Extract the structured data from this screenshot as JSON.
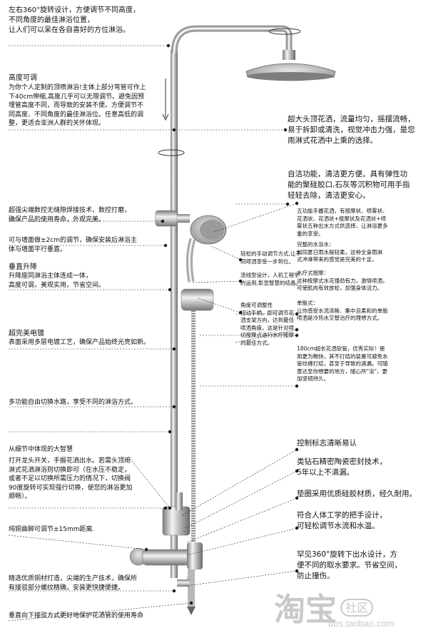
{
  "left": {
    "rotate360": "左右360°旋转设计，方便调节不同高度，\n不同角度的最佳淋浴位置，\n让人们可以呆在各自喜好的方位淋浴。",
    "height_title": "高度可调",
    "height_desc": "为你个人定制的顶喷淋浴!主体上部分弯管可作上\n下40cm伸缩,高度几乎可以无限调节。避免因预\n埋管高度不同，而导致的安装不便。方便调节不\n同高度、不同角度的最佳淋浴位。任意高低的调\n整，更适合亚洲人群的关怀体现。",
    "welding": "超强尖端数控无缝隙焊接技术，数控打磨，\n确保产品的使用寿命，外观完美。",
    "wall": "可与墙面做±2cm的调节，确保安装后淋浴主\n体与墙面平行垂直。",
    "lift_title": "垂直升降",
    "lift_desc": "升降座同淋浴主体连成一体，\n高度可调，美观实用，节省空间。",
    "plating_title": "超完美电镀",
    "plating_desc": "表面采用多层电镀工艺，确保产品始终光亮如新。",
    "switch": "多功能自由切换水路，享受不同的淋浴方式。",
    "detail_title": "从细节中体现的大智慧",
    "detail_desc": "打开龙头开关，手握花洒出水。若需头顶雨\n淋式花洒淋浴则切换即可（在水压不稳定，\n或者不足以切换所需压力的情况下，切换阀\n90度旋转可实现强行切换，使您的淋浴更加\n顺畅）。",
    "copper": "纯铜曲脚可调节±15mm距离.",
    "brass": "精选优质铜材打造，尖端的生产技术，确保所\n有接驳部分螺纹精确，安装更快捷便捷。",
    "bottom": "垂直向下接驳方式更好地保护花洒管的使用寿命"
  },
  "right": {
    "top_spray": "超大头顶花洒，流量均匀，摇摆流畅，\n易于拆卸或清洗，视觉冲击力强，是您\n雨淋式花洒中上乘的选择。",
    "self_clean": "自洁功能，清洁更方便。具有弹性功\n能的聚硅胶口,石灰等沉积物可用手指\n轻轻去除，清洁更安心。",
    "five_func": "五功能手握花洒，有按摩状、喷雾状、\n花洒状、花洒状+按摩状及花洒状+喷\n雾状五种出水方式供选择，让淋浴更多\n重的享受。",
    "light_spray": "轻松的手动调节方式,让不\n同喷洒享受一步到位。",
    "ergonomic": "流线型设计，人机工程学\n的运用,彰显智慧的结晶。",
    "angle": "角度可调整性\n扭动手柄，即可调节花\n洒支架方向，达到最佳\n喷洒角度。这是针对喷\n切按摩点进行水疗按摩\n的最佳方式。",
    "full_rain": "完整的水浴水：\n如同夏日雨水般轻柔，这种全身雨淋\n式冲淋带来的感觉是完美的十足。",
    "massage": "水疗式按摩：\n这种按摩式水花强劲有力，激情喷洒，\n可使肌肉有效放松，加强身体活力。",
    "single": "单股式：\n让你感受水流清晰、集中且柔和的单股\n喷洒是冷热水交替治疗的理想方式。",
    "hose": "180cm超长花洒软管，优秀实际！使\n用更为畅快，其不打结的装置可避免水\n管纹缠打结，甚至于导致的滴漏。可随\n意达至你想要的地方，随心所\"浴\"，更\n加坚韧持久。",
    "control_title": "控制标志清晰易认",
    "ceramic": "类钻石精密陶瓷密封技术，\n5年以上不滴漏。",
    "gasket": "垫圈采用优质硅胶材质，经久耐用。",
    "handle": "符合人体工学的把手设计，\n可轻松调节水流和水温。",
    "spout": "罕见360°旋转下出水设计，方\n便不同的取水要求。节省空间，\n防止撞伤。"
  },
  "watermark": {
    "brand": "淘宝",
    "badge": "社区",
    "url": "bbs.taobao.com"
  },
  "colors": {
    "chrome": "#c2c2c2",
    "chrome_dark": "#6e6e6e",
    "hose": "#8a8a8a",
    "dot": "#1a1a1a"
  }
}
